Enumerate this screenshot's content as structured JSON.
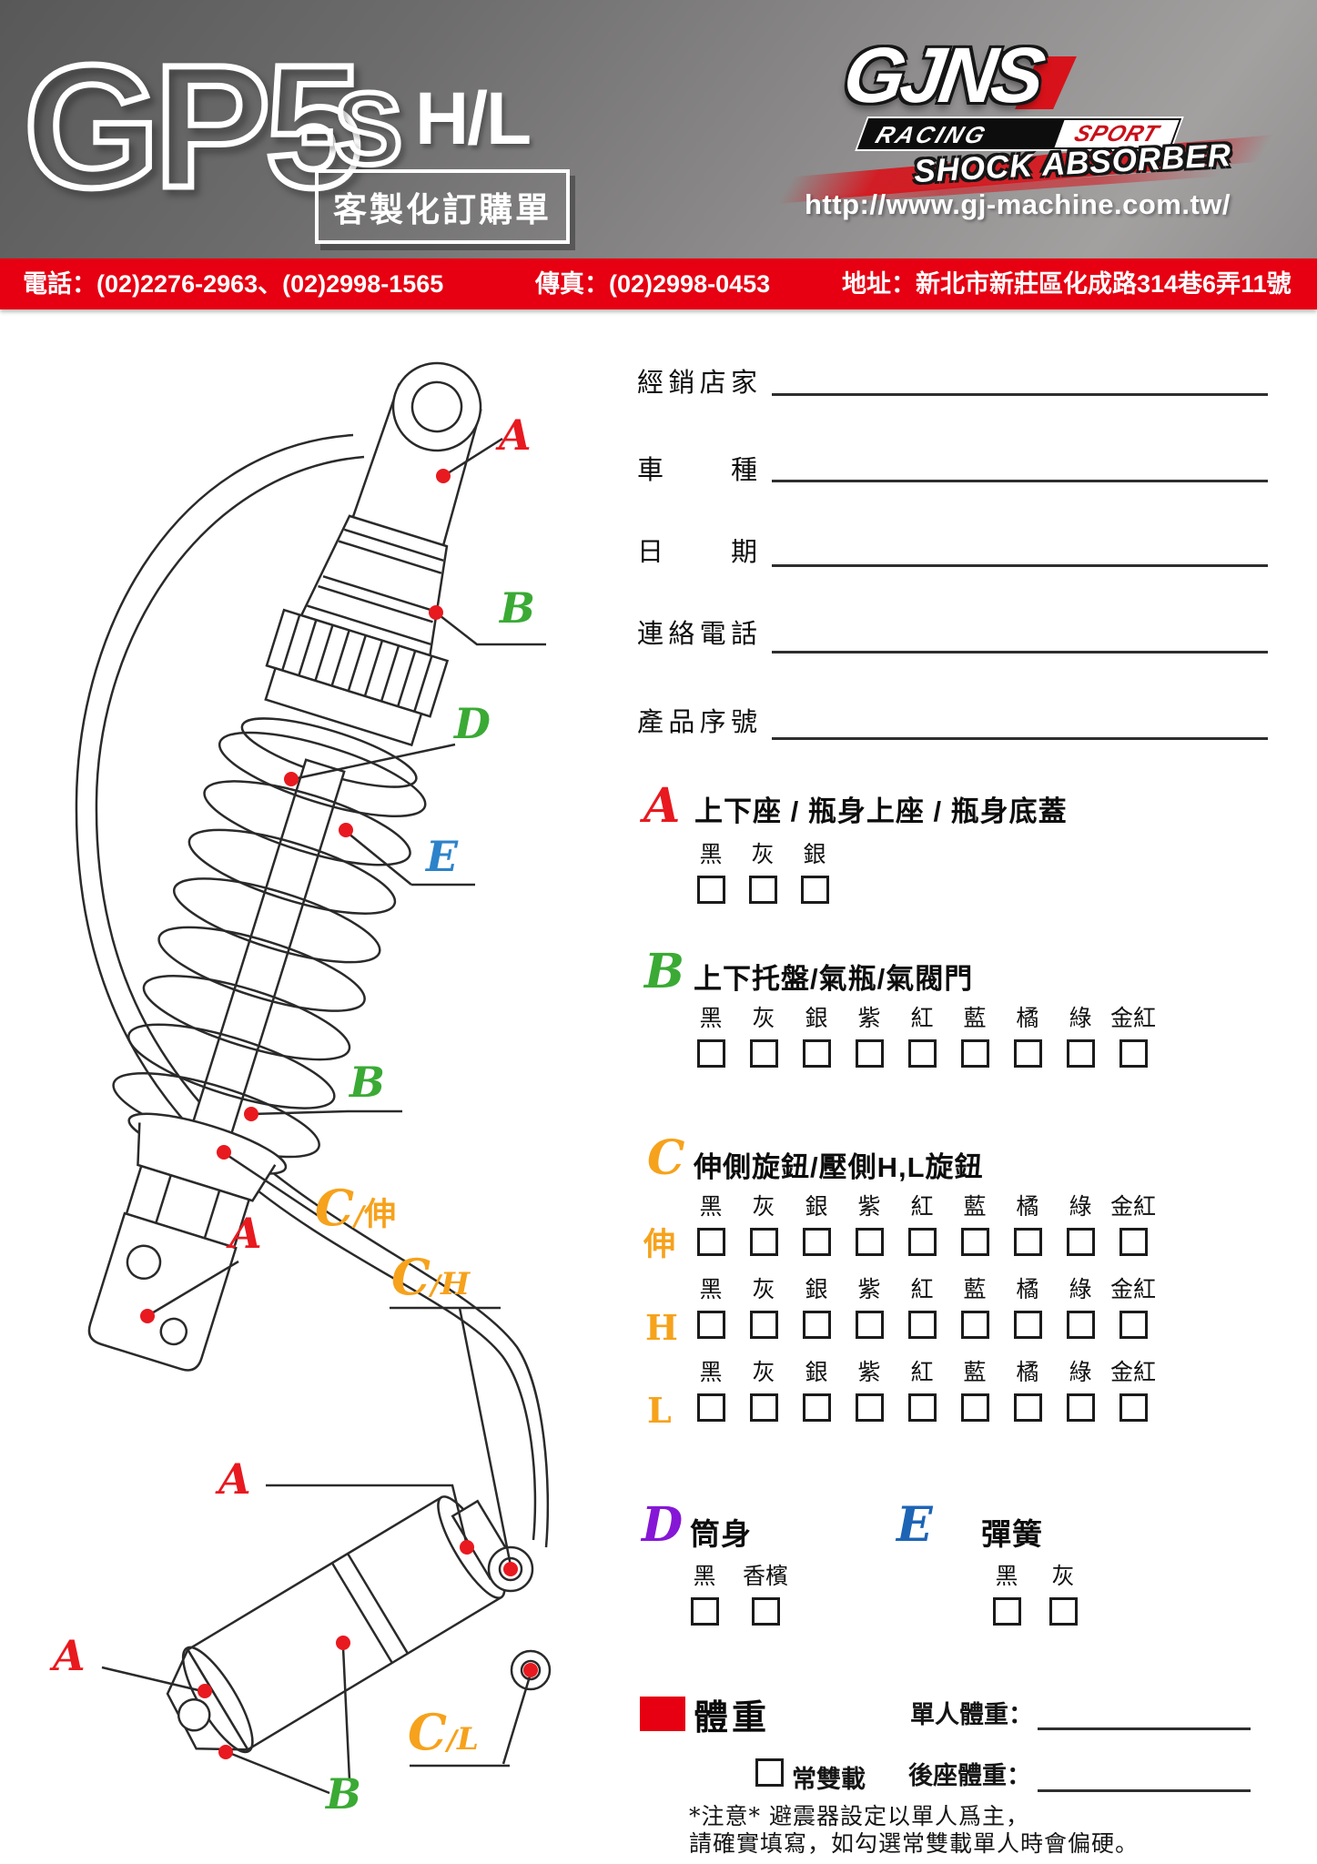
{
  "palette": {
    "bar_red": "#e60012",
    "label_red": "#e8191f",
    "label_green": "#3aaa35",
    "label_orange": "#f6a21c",
    "label_purple": "#8617d6",
    "label_blue": "#1d64b5",
    "header_gray": "#7b7a7a"
  },
  "header": {
    "product": "GP5",
    "variant": "-S",
    "grade": "H/L",
    "subtitle": "客製化訂購單",
    "brand": {
      "name": "GJNS",
      "racing": "RACING",
      "sport": "SPORT",
      "tagline": "SHOCK ABSORBER",
      "url": "http://www.gj-machine.com.tw/"
    }
  },
  "contact": {
    "phone": "電話：(02)2276-2963、(02)2998-1565",
    "fax": "傳真：(02)2998-0453",
    "address": "地址：新北市新莊區化成路314巷6弄11號"
  },
  "form": {
    "fields": [
      "經銷店家",
      "車種",
      "日期",
      "連絡電話",
      "產品序號"
    ]
  },
  "sections": {
    "a": {
      "letter": "A",
      "title": "上下座 / 瓶身上座 / 瓶身底蓋",
      "colors": [
        "黑",
        "灰",
        "銀"
      ]
    },
    "b": {
      "letter": "B",
      "title": "上下托盤/氣瓶/氣閥門",
      "colors": [
        "黑",
        "灰",
        "銀",
        "紫",
        "紅",
        "藍",
        "橘",
        "綠",
        "金紅"
      ]
    },
    "c": {
      "letter": "C",
      "title": "伸側旋鈕/壓側H,L旋鈕",
      "rows": [
        {
          "key": "伸",
          "colors": [
            "黑",
            "灰",
            "銀",
            "紫",
            "紅",
            "藍",
            "橘",
            "綠",
            "金紅"
          ]
        },
        {
          "key": "H",
          "colors": [
            "黑",
            "灰",
            "銀",
            "紫",
            "紅",
            "藍",
            "橘",
            "綠",
            "金紅"
          ]
        },
        {
          "key": "L",
          "colors": [
            "黑",
            "灰",
            "銀",
            "紫",
            "紅",
            "藍",
            "橘",
            "綠",
            "金紅"
          ]
        }
      ]
    },
    "d": {
      "letter": "D",
      "title": "筒身",
      "colors": [
        "黑",
        "香檳"
      ]
    },
    "e": {
      "letter": "E",
      "title": "彈簧",
      "colors": [
        "黑",
        "灰"
      ]
    }
  },
  "weight": {
    "title": "體重",
    "single": "單人體重：",
    "dual": "常雙載",
    "rear": "後座體重：",
    "note1": "*注意* 避震器設定以單人爲主，",
    "note2": "請確實填寫，如勾選常雙載單人時會偏硬。"
  },
  "diagram": {
    "labels": [
      {
        "text": "A"
      },
      {
        "text": "B"
      },
      {
        "text": "D"
      },
      {
        "text": "E"
      },
      {
        "text": "B"
      },
      {
        "text": "C",
        "sep": "/",
        "sub": "伸"
      },
      {
        "text": "A"
      },
      {
        "text": "C",
        "sep": "/",
        "sub": "H"
      },
      {
        "text": "A"
      },
      {
        "text": "A"
      },
      {
        "text": "C",
        "sep": "/",
        "sub": "L"
      },
      {
        "text": "B"
      }
    ]
  }
}
